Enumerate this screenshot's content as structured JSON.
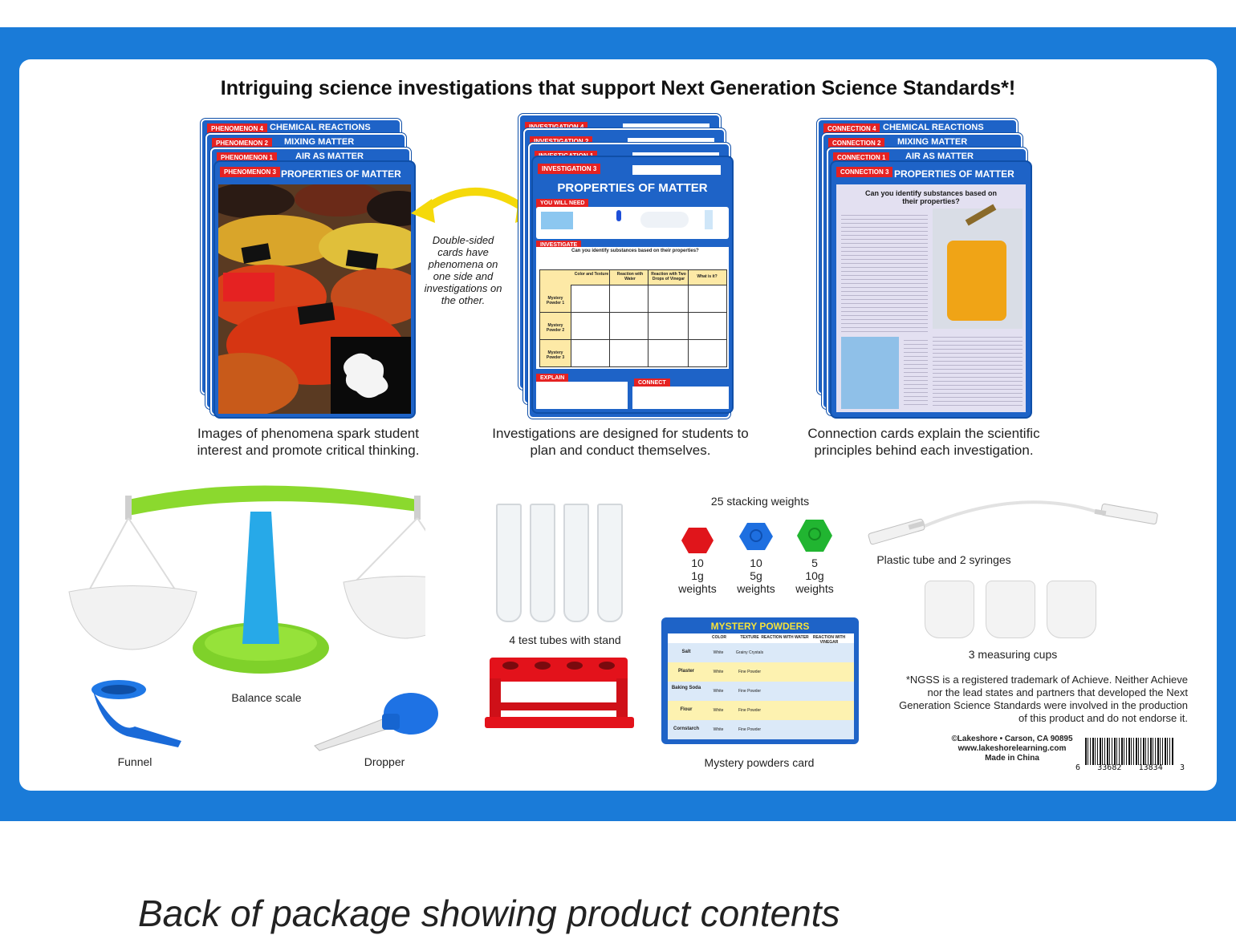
{
  "headline": "Intriguing science investigations that support Next Generation Science Standards*!",
  "cards": {
    "phenomenon": {
      "stack_tags": [
        "PHENOMENON 4",
        "PHENOMENON 2",
        "PHENOMENON 1"
      ],
      "stack_titles": [
        "CHEMICAL REACTIONS",
        "MIXING MATTER",
        "AIR AS MATTER"
      ],
      "front_tag": "PHENOMENON 3",
      "front_title": "PROPERTIES OF MATTER",
      "caption": "Images of phenomena spark student interest and promote critical thinking."
    },
    "investigation": {
      "stack_tags": [
        "INVESTIGATION 4",
        "INVESTIGATION 2",
        "INVESTIGATION 1"
      ],
      "front_tag": "INVESTIGATION 3",
      "front_title": "PROPERTIES OF MATTER",
      "need_label": "YOU WILL NEED",
      "investigate_label": "INVESTIGATE",
      "question": "Can you identify substances based on their properties?",
      "table_headers": [
        "Color and Texture",
        "Reaction with Water",
        "Reaction with Two Drops of Vinegar",
        "What is it?"
      ],
      "table_rows": [
        "Mystery Powder 1",
        "Mystery Powder 2",
        "Mystery Powder 3"
      ],
      "explain_label": "EXPLAIN",
      "connect_label": "CONNECT",
      "caption": "Investigations are designed for students to plan and conduct themselves."
    },
    "connection": {
      "stack_tags": [
        "CONNECTION 4",
        "CONNECTION 2",
        "CONNECTION 1"
      ],
      "stack_titles": [
        "CHEMICAL REACTIONS",
        "MIXING MATTER",
        "AIR AS MATTER"
      ],
      "front_tag": "CONNECTION 3",
      "front_title": "PROPERTIES OF MATTER",
      "question": "Can you identify substances based on their properties?",
      "caption": "Connection cards explain the scientific principles behind each investigation."
    },
    "double_sided_note": "Double-sided cards have phenomena on one side and investigations on the other."
  },
  "items": {
    "balance_scale": "Balance scale",
    "funnel": "Funnel",
    "dropper": "Dropper",
    "test_tubes": "4 test tubes with stand",
    "weights_title": "25 stacking weights",
    "weights": [
      {
        "count": "10",
        "size": "1g",
        "unit": "weights",
        "color": "#e0151b"
      },
      {
        "count": "10",
        "size": "5g",
        "unit": "weights",
        "color": "#1e6fe0"
      },
      {
        "count": "5",
        "size": "10g",
        "unit": "weights",
        "color": "#21b531"
      }
    ],
    "tube_syringes": "Plastic tube and 2 syringes",
    "measuring_cups": "3 measuring cups",
    "mystery_card_label": "Mystery powders card",
    "mystery_card": {
      "title": "MYSTERY POWDERS",
      "headers": [
        "COLOR",
        "TEXTURE",
        "REACTION WITH WATER",
        "REACTION WITH VINEGAR"
      ],
      "rows": [
        {
          "name": "Salt",
          "color": "White",
          "texture": "Grainy Crystals"
        },
        {
          "name": "Plaster",
          "color": "White",
          "texture": "Fine Powder"
        },
        {
          "name": "Baking Soda",
          "color": "White",
          "texture": "Fine Powder"
        },
        {
          "name": "Flour",
          "color": "White",
          "texture": "Fine Powder"
        },
        {
          "name": "Cornstarch",
          "color": "White",
          "texture": "Fine Powder"
        }
      ]
    }
  },
  "legal": {
    "ngss_note": "*NGSS is a registered trademark of Achieve. Neither Achieve nor the lead states and partners that developed the Next Generation Science Standards were involved in the production of this product and do not endorse it.",
    "company": "©Lakeshore • Carson, CA 90895",
    "website": "www.lakeshorelearning.com",
    "origin": "Made in China",
    "barcode_digits": [
      "6",
      "33682",
      "13834",
      "3"
    ]
  },
  "footer_caption": "Back of package showing product contents"
}
